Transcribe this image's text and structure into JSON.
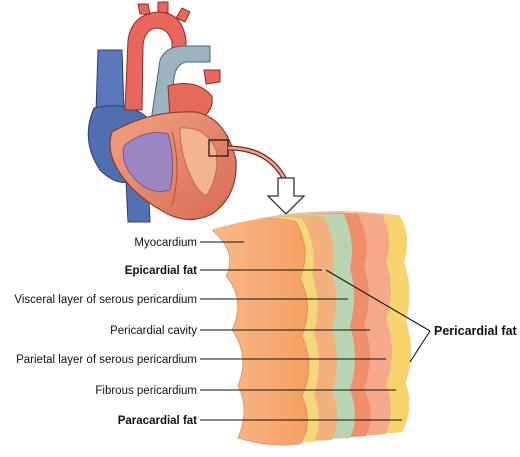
{
  "labels": {
    "myocardium": "Myocardium",
    "epicardial_fat": "Epicardial fat",
    "visceral_layer": "Visceral layer of serous pericardium",
    "pericardial_cavity": "Pericardial cavity",
    "parietal_layer": "Parietal layer of serous pericardium",
    "fibrous_pericardium": "Fibrous pericardium",
    "paracardial_fat": "Paracardial fat",
    "pericardial_fat": "Pericardial fat"
  },
  "colors": {
    "myocardium": "#f7a86a",
    "epicardial_fat": "#f3d77a",
    "visceral_layer": "#f3b07c",
    "pericardial_cavity": "#b9d4b0",
    "parietal_layer": "#f08d6a",
    "fibrous_pericardium": "#f4a98a",
    "paracardial_fat": "#f6d36d",
    "heart_muscle": "#e98a6e",
    "vein_blue": "#4f6fb2",
    "artery_red": "#e8665c",
    "pulmonary_gray": "#9bb3c0"
  }
}
